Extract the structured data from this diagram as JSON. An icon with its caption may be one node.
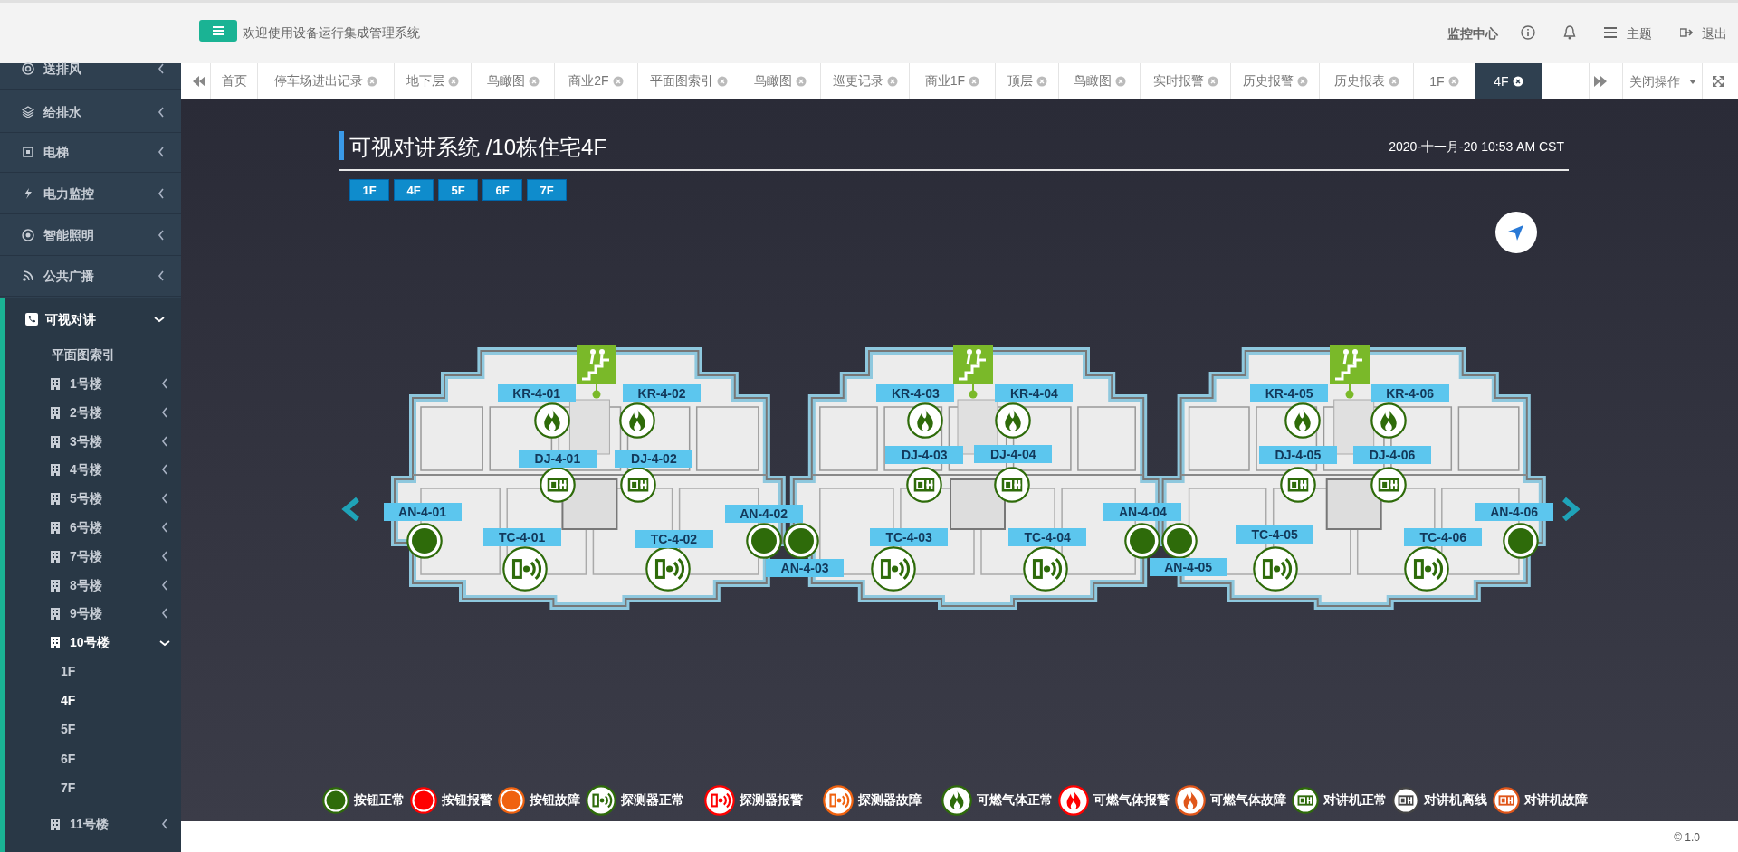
{
  "diagram": {
    "title": "可视对讲系统 /10栋住宅4F",
    "nodes": [
      {
        "text": [
          "KR-4-01"
        ]
      },
      {
        "text": [
          "KR-4-02"
        ]
      },
      {
        "text": [
          "KR-4-03"
        ]
      },
      {
        "text": [
          "KR-4-04"
        ]
      },
      {
        "text": [
          "KR-4-05"
        ]
      },
      {
        "text": [
          "KR-4-06"
        ]
      },
      {
        "text": [
          "DJ-4-01"
        ]
      },
      {
        "text": [
          "DJ-4-02"
        ]
      },
      {
        "text": [
          "DJ-4-03"
        ]
      },
      {
        "text": [
          "DJ-4-04"
        ]
      },
      {
        "text": [
          "DJ-4-05"
        ]
      },
      {
        "text": [
          "DJ-4-06"
        ]
      },
      {
        "text": [
          "AN-4-01"
        ]
      },
      {
        "text": [
          "AN-4-02"
        ]
      },
      {
        "text": [
          "AN-4-04"
        ]
      },
      {
        "text": [
          "AN-4-06"
        ]
      },
      {
        "text": [
          "TC-4-01"
        ]
      },
      {
        "text": [
          "TC-4-02"
        ]
      },
      {
        "text": [
          "TC-4-03"
        ]
      },
      {
        "text": [
          "TC-4-04"
        ]
      },
      {
        "text": [
          "TC-4-05"
        ]
      },
      {
        "text": [
          "TC-4-06"
        ]
      },
      {
        "text": [
          "AN-4-03"
        ]
      },
      {
        "text": [
          "AN-4-05"
        ]
      }
    ],
    "labels": [
      "欢迎使用设备运行集成管理系统",
      "监控中心",
      "主题",
      "退出",
      "送排风",
      "给排水",
      "电梯",
      "电力监控",
      "智能照明",
      "公共广播",
      "可视对讲",
      "平面图索引",
      "1号楼",
      "2号楼",
      "3号楼",
      "4号楼",
      "5号楼",
      "6号楼",
      "7号楼",
      "8号楼",
      "9号楼",
      "10号楼",
      "1F",
      "4F",
      "5F",
      "6F",
      "7F",
      "11号楼",
      "首页",
      "停车场进出记录",
      "地下层",
      "鸟瞰图",
      "商业2F",
      "平面图索引",
      "鸟瞰图",
      "巡更记录",
      "商业1F",
      "顶层",
      "鸟瞰图",
      "实时报警",
      "历史报警",
      "历史报表",
      "1F",
      "4F",
      "关闭操作",
      "2020-十一月-20 10:53 AM CST",
      "1F",
      "4F",
      "5F",
      "6F",
      "7F",
      "© 1.0"
    ],
    "legend": [
      {
        "text": "按钮正常",
        "color": "#2e6b0a"
      },
      {
        "text": "按钮报警",
        "color": "#ff0000"
      },
      {
        "text": "按钮故障",
        "color": "#f0620f"
      },
      {
        "text": "探测器正常"
      },
      {
        "text": "探测器报警"
      },
      {
        "text": "探测器故障"
      },
      {
        "text": "可燃气体正常"
      },
      {
        "text": "可燃气体报警"
      },
      {
        "text": "可燃气体故障"
      },
      {
        "text": "对讲机正常"
      },
      {
        "text": "对讲机离线"
      },
      {
        "text": "对讲机故障"
      }
    ]
  }
}
